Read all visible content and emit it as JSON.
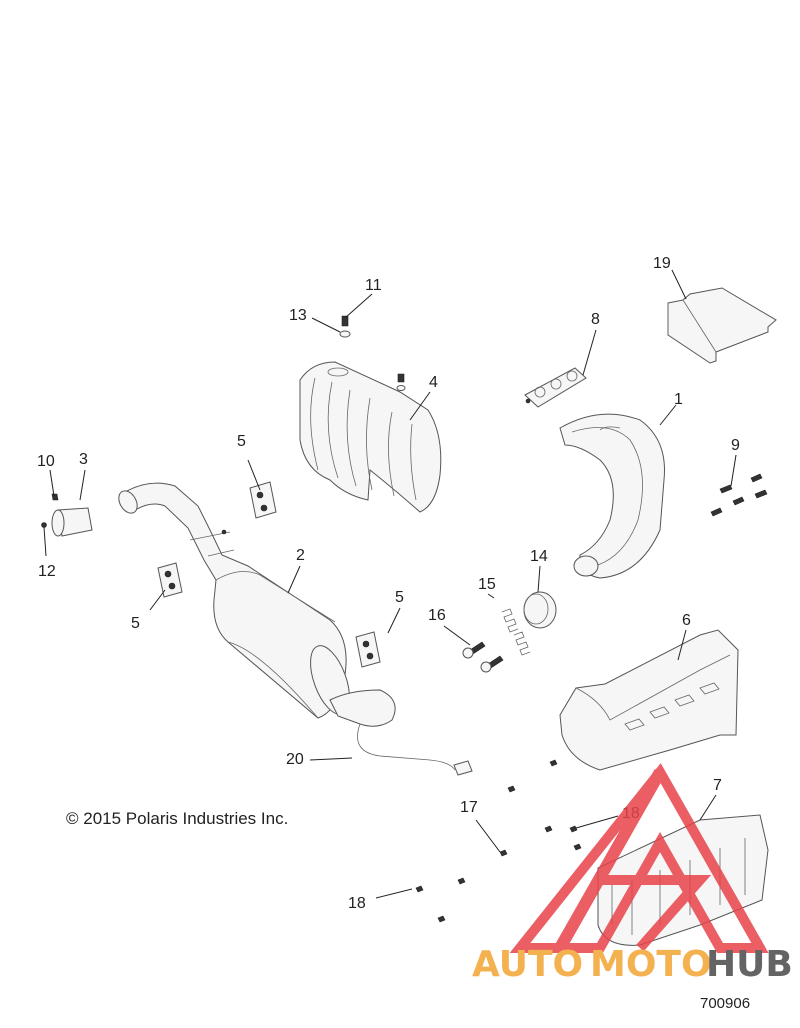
{
  "diagram": {
    "copyright": "© 2015 Polaris Industries Inc.",
    "diagram_number": "700906",
    "callouts": {
      "c1": "1",
      "c2": "2",
      "c3": "3",
      "c4": "4",
      "c5a": "5",
      "c5b": "5",
      "c5c": "5",
      "c6": "6",
      "c7": "7",
      "c8": "8",
      "c9": "9",
      "c10": "10",
      "c11": "11",
      "c12": "12",
      "c13": "13",
      "c14": "14",
      "c15": "15",
      "c16": "16",
      "c17": "17",
      "c18a": "18",
      "c18b": "18",
      "c19": "19",
      "c20": "20"
    }
  },
  "watermark": {
    "text_auto": "AUTO",
    "text_moto": "MOTO",
    "text_hub": "HUB",
    "accent_color": "#e8434a",
    "orange_color": "#f3a431",
    "gray_color": "#4a4a4a"
  }
}
